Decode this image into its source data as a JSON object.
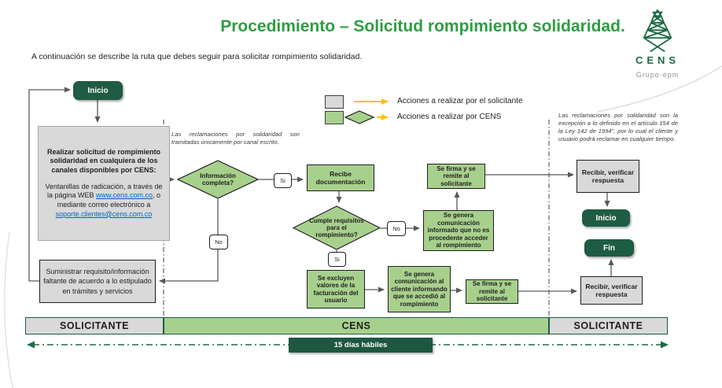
{
  "header": {
    "title": "Procedimiento – Solicitud rompimiento solidaridad.",
    "brand": "CENS",
    "group": "Grupo·epm"
  },
  "intro": "A continuación se describe la ruta que debes seguir para solicitar rompimiento solidaridad.",
  "legend": {
    "items": [
      {
        "label": "Acciones a realizar por el solicitante"
      },
      {
        "label": "Acciones a realizar por CENS"
      }
    ]
  },
  "notes": {
    "left": "Las reclamaciones por solidaridad son tramitadas únicamente por canal escrito.",
    "right": "Las reclamaciones por solidaridad son la excepción a lo definido en el artículo 154 de la Ley 142 de 1994\", por lo cual el cliente y usuario podrá reclamar en cualquier tiempo."
  },
  "nodes": {
    "start1": "Inicio",
    "request": {
      "title": "Realizar solicitud de rompimiento solidaridad en cualquiera de los canales disponibles por CENS:",
      "body_pre": "Ventanillas de radicación, a través de la página WEB ",
      "link_web": "www.cens.com.co",
      "body_mid": ", o mediante correo electrónico a ",
      "link_email": "soporte.clientes@cens.com.co"
    },
    "decision1": "Información completa?",
    "yes1": "Si",
    "no1": "No",
    "receive": "Recibe documentación",
    "decision2": "Cumple requisitos para el rompimiento?",
    "no2": "No",
    "yes2": "Si",
    "comm_denied": "Se genera comunicación informado que no es procedente acceder al rompimiento",
    "sign_top": "Se firma y se remite al solicitante",
    "receive_verify_top": "Recibir, verificar respuesta",
    "start2": "Inicio",
    "fin": "Fin",
    "exclude": "Se excluyen valores de la facturación del usuario",
    "comm_approved": "Se genera comunicación al cliente informando que se accedió al rompimiento",
    "sign_bottom": "Se firma y se remite al solicitante",
    "receive_verify_bottom": "Recibir, verificar respuesta",
    "supply": "Suministrar requisito/información faltante de acuerdo a lo estipulado en trámites y servicios"
  },
  "lanes": [
    "SOLICITANTE",
    "CENS",
    "SOLICITANTE"
  ],
  "timeline": {
    "label": "15 días hábiles"
  },
  "colors": {
    "title_green": "#2f9e41",
    "brand_green": "#1d6b43",
    "dark_green": "#1e5c44",
    "light_green": "#a8d08d",
    "gray_box": "#d9d9d9",
    "accent_yellow": "#ffc000",
    "connector_gray": "#595959",
    "link_blue": "#0563c1"
  }
}
